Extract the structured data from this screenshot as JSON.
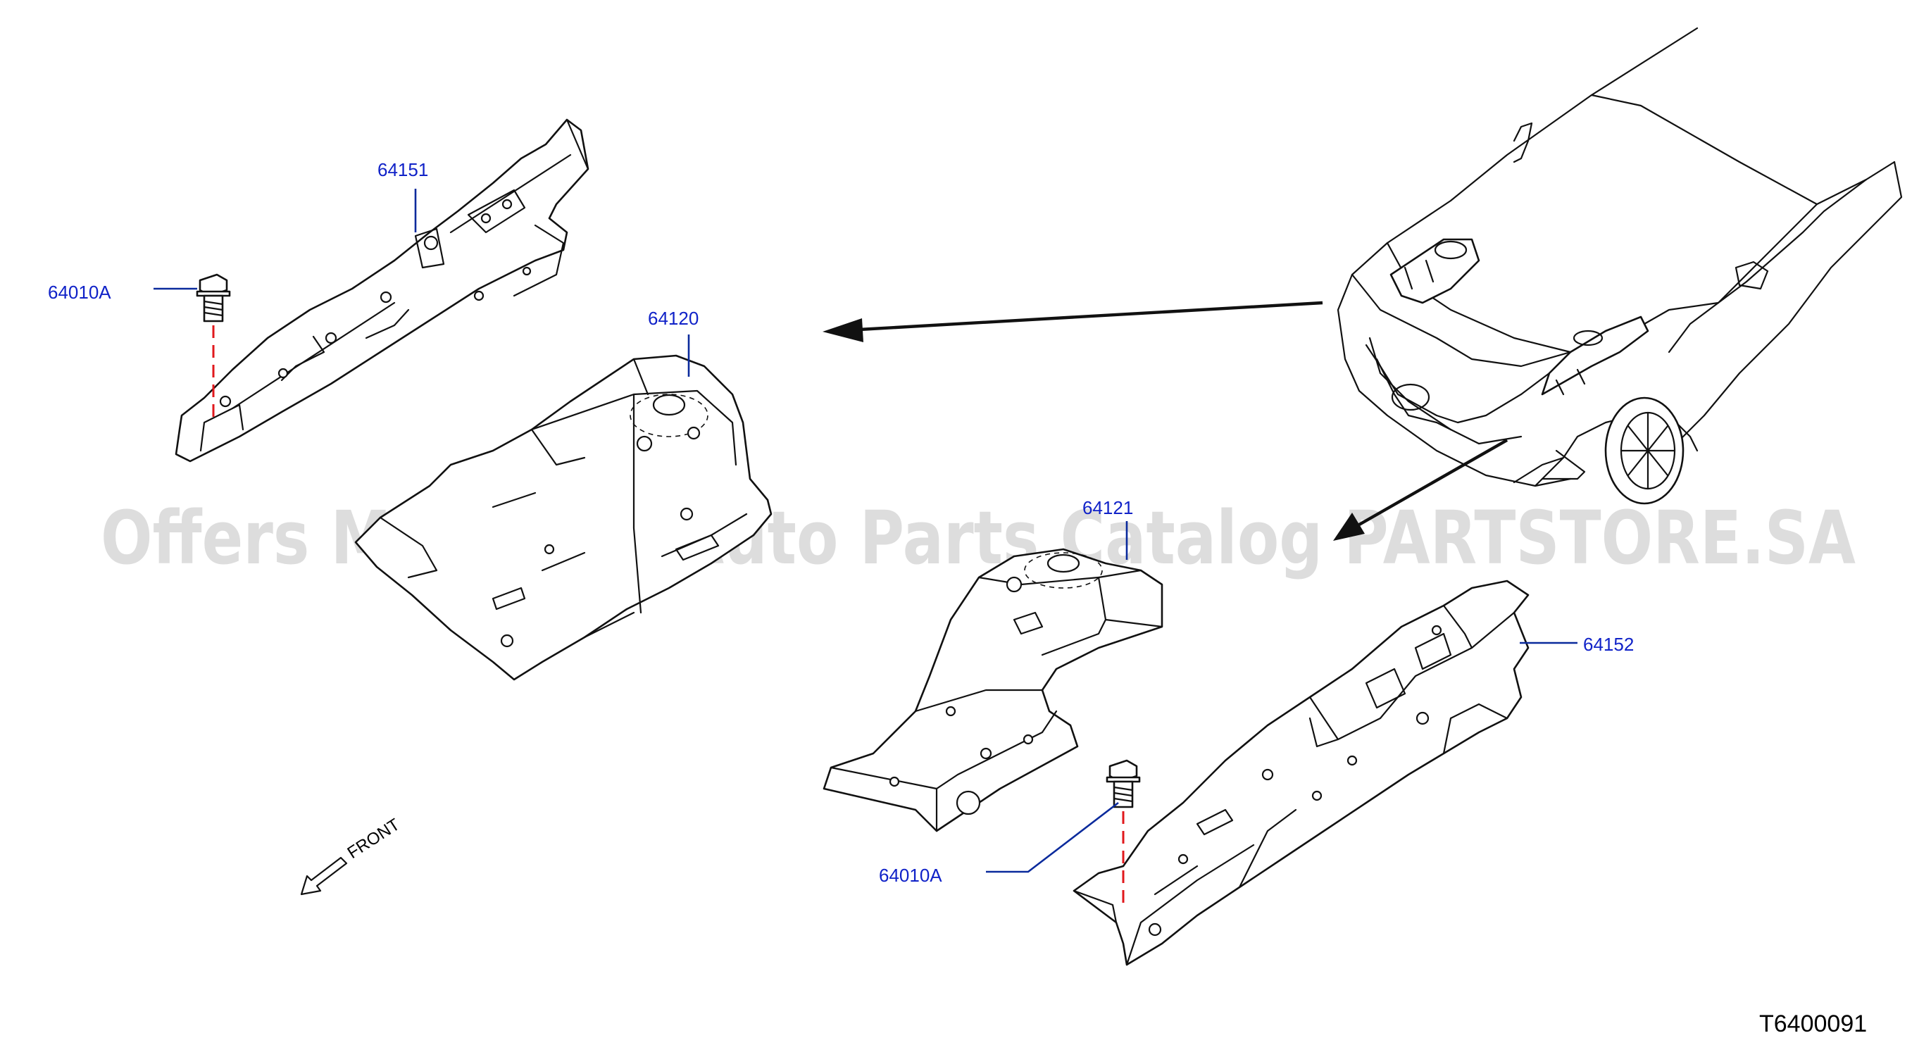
{
  "watermark": "Offers Merchant Auto Parts Catalog PARTSTORE.SA",
  "diagram_code": "T6400091",
  "front_label": "FRONT",
  "callouts": {
    "p64151": "64151",
    "p64010a_left": "64010A",
    "p64120": "64120",
    "p64121": "64121",
    "p64152": "64152",
    "p64010a_right": "64010A"
  },
  "colors": {
    "label": "#1022c8",
    "leader": "#0a2a9c",
    "bolt_axis": "#e0181c",
    "outline": "#111111"
  }
}
